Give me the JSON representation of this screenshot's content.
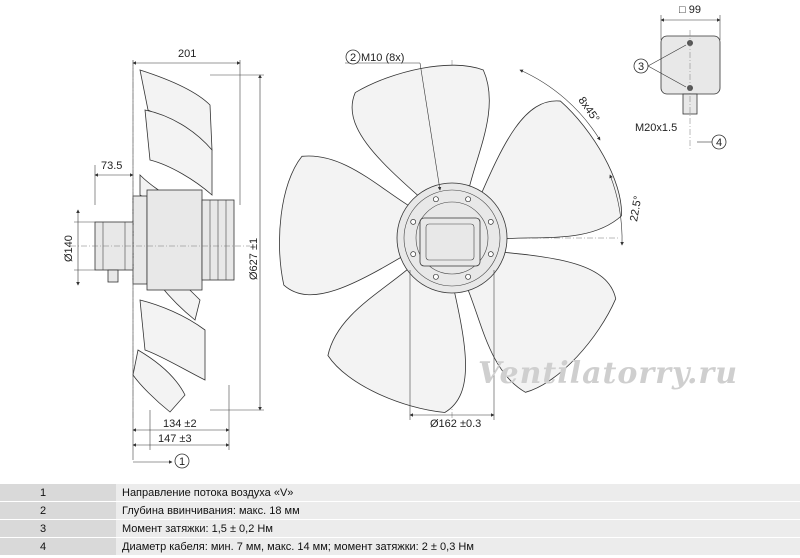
{
  "dimensions": {
    "side_width": "201",
    "motor_offset": "73.5",
    "motor_diameter": "Ø140",
    "fan_diameter": "Ø627 ±1",
    "depth_a": "134 ±2",
    "depth_b": "147 ±3",
    "callout_1": "1",
    "callout_2": "2",
    "thread": "M10 (8x)",
    "angle_a": "8x45°",
    "angle_b": "22.5°",
    "hub_diameter": "Ø162 ±0.3",
    "box_size": "□ 99",
    "callout_3": "3",
    "gland": "M20x1.5",
    "callout_4": "4"
  },
  "watermark": "Ventilatorry.ru",
  "legend": [
    {
      "num": "1",
      "text": "Направление потока воздуха «V»"
    },
    {
      "num": "2",
      "text": "Глубина ввинчивания: макс. 18 мм"
    },
    {
      "num": "3",
      "text": "Момент затяжки: 1,5 ± 0,2 Нм"
    },
    {
      "num": "4",
      "text": "Диаметр кабеля: мин. 7 мм, макс. 14 мм; момент затяжки: 2 ± 0,3 Нм"
    }
  ]
}
